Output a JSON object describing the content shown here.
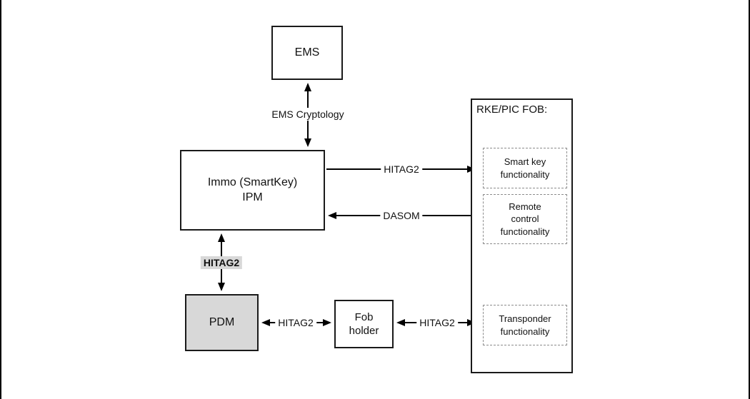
{
  "diagram": {
    "nodes": {
      "ems": {
        "label": "EMS"
      },
      "immo": {
        "line1": "Immo (SmartKey)",
        "line2": "IPM"
      },
      "pdm": {
        "label": "PDM"
      },
      "fob_holder": {
        "line1": "Fob",
        "line2": "holder"
      },
      "rke_fob": {
        "title": "RKE/PIC FOB:"
      },
      "smart_key": {
        "line1": "Smart key",
        "line2": "functionality"
      },
      "remote_control": {
        "line1": "Remote",
        "line2": "control",
        "line3": "functionality"
      },
      "transponder": {
        "line1": "Transponder",
        "line2": "functionality"
      }
    },
    "edges": {
      "ems_immo": {
        "label": "EMS Cryptology"
      },
      "immo_smartkey": {
        "label": "HITAG2"
      },
      "remote_immo": {
        "label": "DASOM"
      },
      "immo_pdm": {
        "label": "HITAG2"
      },
      "pdm_fob": {
        "label": "HITAG2"
      },
      "fob_transponder": {
        "label": "HITAG2"
      }
    },
    "colors": {
      "line": "#000000",
      "pdm_fill": "#d8d8d8",
      "label_highlight": "#d8d8d8"
    }
  }
}
